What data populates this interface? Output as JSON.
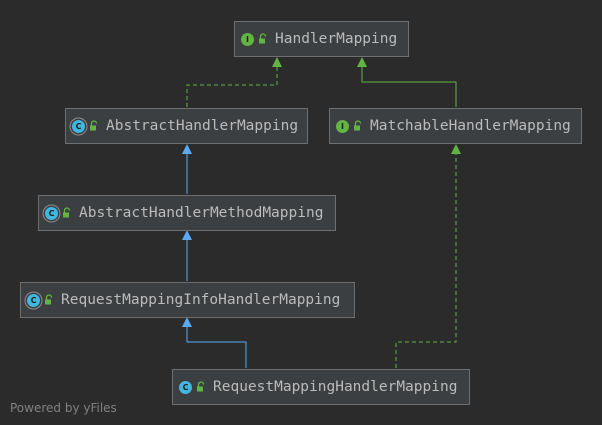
{
  "nodes": {
    "handler_mapping": {
      "name": "HandlerMapping",
      "kind_letter": "I",
      "kind": "interface"
    },
    "abstract_handler_mapping": {
      "name": "AbstractHandlerMapping",
      "kind_letter": "C",
      "kind": "abstract-class"
    },
    "matchable_handler_mapping": {
      "name": "MatchableHandlerMapping",
      "kind_letter": "I",
      "kind": "interface"
    },
    "abstract_handler_method_mapping": {
      "name": "AbstractHandlerMethodMapping",
      "kind_letter": "C",
      "kind": "abstract-class"
    },
    "request_mapping_info_handler_mapping": {
      "name": "RequestMappingInfoHandlerMapping",
      "kind_letter": "C",
      "kind": "abstract-class"
    },
    "request_mapping_handler_mapping": {
      "name": "RequestMappingHandlerMapping",
      "kind_letter": "C",
      "kind": "class"
    }
  },
  "edges": [
    {
      "from": "abstract_handler_mapping",
      "to": "handler_mapping",
      "type": "implements",
      "color": "#62b543"
    },
    {
      "from": "matchable_handler_mapping",
      "to": "handler_mapping",
      "type": "extends-interface",
      "color": "#62b543"
    },
    {
      "from": "abstract_handler_method_mapping",
      "to": "abstract_handler_mapping",
      "type": "extends",
      "color": "#5ea8f0"
    },
    {
      "from": "request_mapping_info_handler_mapping",
      "to": "abstract_handler_method_mapping",
      "type": "extends",
      "color": "#5ea8f0"
    },
    {
      "from": "request_mapping_handler_mapping",
      "to": "request_mapping_info_handler_mapping",
      "type": "extends",
      "color": "#5ea8f0"
    },
    {
      "from": "request_mapping_handler_mapping",
      "to": "matchable_handler_mapping",
      "type": "implements",
      "color": "#62b543"
    }
  ],
  "icons": {
    "visibility": "lock-icon"
  },
  "colors": {
    "background": "#2b2b2b",
    "node_fill": "#3c3f41",
    "node_border": "#6f6f6f",
    "text": "#bbbbbb",
    "interface_badge": "#62b543",
    "class_badge": "#40b6e0"
  },
  "footer": {
    "text": "Powered by yFiles"
  }
}
